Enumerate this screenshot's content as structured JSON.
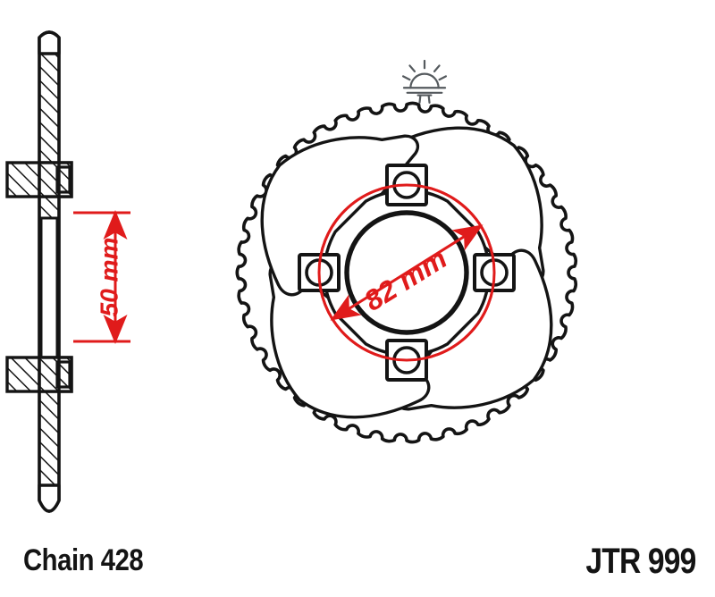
{
  "drawing": {
    "title": "JT Sprockets technical drawing",
    "colors": {
      "line": "#141414",
      "dimension": "#e01b1b",
      "background": "#ffffff"
    },
    "views": {
      "section": {
        "name": "cross-section-side-view",
        "description": "hatched side cross-section of sprocket with two mounting bosses"
      },
      "front": {
        "name": "front-face-view",
        "description": "front view of sprocket showing teeth, four spoke cutouts, hub and four bolt holes"
      }
    },
    "sprocket": {
      "teeth_count": 43,
      "spoke_count": 4,
      "bolt_hole_count": 4,
      "outer_radius": 210,
      "root_radius": 188,
      "hub_outer_radius": 92,
      "hub_inner_radius": 68,
      "bore_radius": 66,
      "pcd_radius": 98
    }
  },
  "dimensions": {
    "bolt_circle": {
      "name": "bolt-circle-diameter",
      "value": "82 mm",
      "number": 82,
      "unit": "mm",
      "orientation": "diagonal"
    },
    "bolt_spacing": {
      "name": "mounting-boss-spacing",
      "value": "50 mm",
      "number": 50,
      "unit": "mm",
      "orientation": "vertical"
    }
  },
  "labels": {
    "chain": "Chain 428",
    "part_number": "JTR 999"
  },
  "logo": {
    "name": "rising-sun-logo",
    "description": "rising sun with rays above a horizon line and torii gate"
  }
}
